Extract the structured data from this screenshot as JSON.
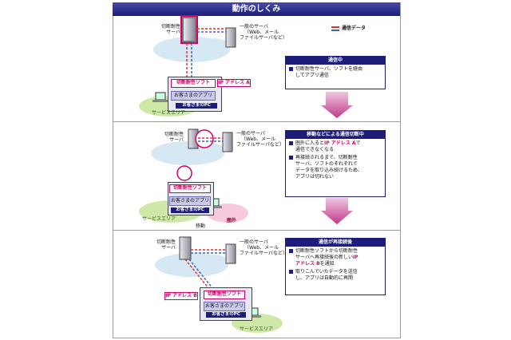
{
  "title": "動作のしくみ",
  "legend": {
    "label": "通信データ"
  },
  "panels": [
    {
      "server_label": [
        "切断耐性",
        "サーバ"
      ],
      "general_server": [
        "一般のサーバ",
        "（Web、メール",
        "ファイルサーバなど）"
      ],
      "soft_label": "切断耐性ソフト",
      "app_label": "お客さまのアプリ",
      "pc_label": "お客さまのPC",
      "ip_label": "IP アドレス A",
      "area_label": "サービスエリア",
      "box_title": "通信中",
      "box_items": [
        [
          {
            "t": "切断耐性サーバ、ソフトを経由"
          },
          {
            "t": "してアプリ通信"
          }
        ]
      ]
    },
    {
      "server_label": [
        "切断耐性",
        "サーバ"
      ],
      "general_server": [
        "一般のサーバ",
        "（Web、メール",
        "ファイルサーバなど）"
      ],
      "soft_label": "切断耐性ソフト",
      "app_label": "お客さまのアプリ",
      "pc_label": "お客さまのPC",
      "area_label": "サービスエリア",
      "move_label": "移動",
      "out_label": "圏外",
      "box_title": "移動などによる通信切断中",
      "box_items": [
        [
          {
            "t": "圏外に入ると"
          },
          {
            "t": "IP アドレス A",
            "hl": true
          },
          {
            "t": "で"
          },
          {
            "t": "通信できなくなる"
          }
        ],
        [
          {
            "t": "再接続されるまで、切断耐性"
          },
          {
            "t": "サーバ、ソフトのそれぞれで"
          },
          {
            "t": "データを取り込み続けるため、"
          },
          {
            "t": "アプリは切れない"
          }
        ]
      ]
    },
    {
      "server_label": [
        "切断耐性",
        "サーバ"
      ],
      "general_server": [
        "一般のサーバ",
        "（Web、メール",
        "ファイルサーバなど）"
      ],
      "soft_label": "切断耐性ソフト",
      "app_label": "お客さまのアプリ",
      "pc_label": "お客さまのPC",
      "ip_label": "IP アドレス B",
      "area_label": "サービスエリア",
      "box_title": "通信が再接続後",
      "box_items": [
        [
          {
            "t": "切断耐性ソフトから切断耐性"
          },
          {
            "t": "サーバへ再接続後の新しい"
          },
          {
            "t": "IP",
            "hl": true
          },
          {
            "t": "アドレス B",
            "hl": true
          },
          {
            "t": "を通知"
          }
        ],
        [
          {
            "t": "取りこんでいたデータを送信"
          },
          {
            "t": "し、アプリは自動的に再開"
          }
        ]
      ]
    }
  ],
  "colors": {
    "navy": "#1c1c7a",
    "magenta": "#d4006a",
    "arrow": "#c03a8a",
    "link_red": "#e03030",
    "link_blue": "#4060c0"
  }
}
